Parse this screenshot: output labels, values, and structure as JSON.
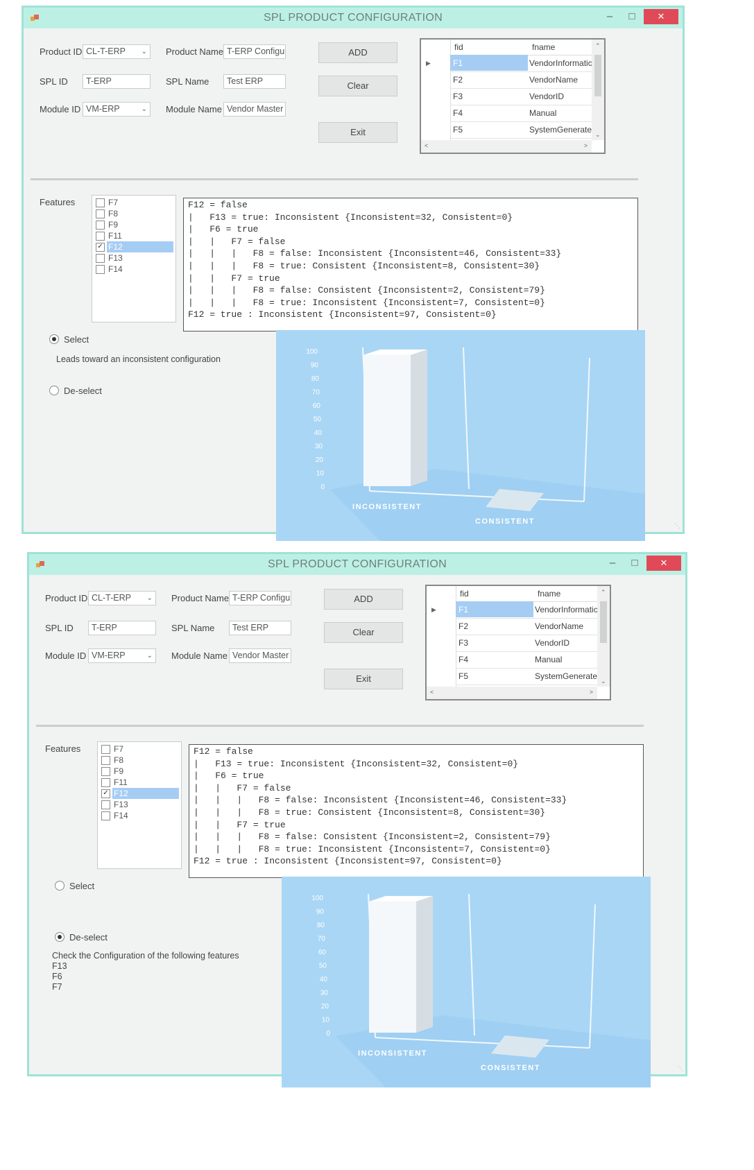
{
  "windows": [
    {
      "title": "SPL PRODUCT CONFIGURATION",
      "window_controls": {
        "minimize": "–",
        "maximize": "□",
        "close": "✕"
      },
      "form": {
        "product_id_label": "Product ID",
        "product_id_value": "CL-T-ERP",
        "product_name_label": "Product Name",
        "product_name_value": "T-ERP Configura",
        "spl_id_label": "SPL ID",
        "spl_id_value": "T-ERP",
        "spl_name_label": "SPL Name",
        "spl_name_value": "Test ERP",
        "module_id_label": "Module ID",
        "module_id_value": "VM-ERP",
        "module_name_label": "Module Name",
        "module_name_value": "Vendor Master"
      },
      "buttons": {
        "add": "ADD",
        "clear": "Clear",
        "exit": "Exit"
      },
      "grid": {
        "columns": [
          "fid",
          "fname"
        ],
        "rows": [
          [
            "F1",
            "VendorInformatic"
          ],
          [
            "F2",
            "VendorName"
          ],
          [
            "F3",
            "VendorID"
          ],
          [
            "F4",
            "Manual"
          ],
          [
            "F5",
            "SystemGenerate"
          ]
        ],
        "selected_row": 0
      },
      "features_label": "Features",
      "features": [
        {
          "name": "F7",
          "checked": false
        },
        {
          "name": "F8",
          "checked": false
        },
        {
          "name": "F9",
          "checked": false
        },
        {
          "name": "F11",
          "checked": false
        },
        {
          "name": "F12",
          "checked": true
        },
        {
          "name": "F13",
          "checked": false
        },
        {
          "name": "F14",
          "checked": false
        }
      ],
      "tree_lines": [
        "F12 = false",
        "|   F13 = true: Inconsistent {Inconsistent=32, Consistent=0}",
        "|   F6 = true",
        "|   |   F7 = false",
        "|   |   |   F8 = false: Inconsistent {Inconsistent=46, Consistent=33}",
        "|   |   |   F8 = true: Consistent {Inconsistent=8, Consistent=30}",
        "|   |   F7 = true",
        "|   |   |   F8 = false: Consistent {Inconsistent=2, Consistent=79}",
        "|   |   |   F8 = true: Inconsistent {Inconsistent=7, Consistent=0}",
        "F12 = true : Inconsistent {Inconsistent=97, Consistent=0}"
      ],
      "radio_select": "Select",
      "radio_deselect": "De-select",
      "selected_radio": "select",
      "message_lines": [
        "Leads toward an inconsistent configuration"
      ],
      "chart_data": {
        "type": "bar",
        "categories": [
          "INCONSISTENT",
          "CONSISTENT"
        ],
        "values": [
          97,
          0
        ],
        "y_ticks": [
          0,
          10,
          20,
          30,
          40,
          50,
          60,
          70,
          80,
          90,
          100
        ],
        "ylim": [
          0,
          100
        ],
        "background": "#a9d6f5"
      }
    },
    {
      "title": "SPL PRODUCT CONFIGURATION",
      "window_controls": {
        "minimize": "–",
        "maximize": "□",
        "close": "✕"
      },
      "form": {
        "product_id_label": "Product ID",
        "product_id_value": "CL-T-ERP",
        "product_name_label": "Product Name",
        "product_name_value": "T-ERP Configura",
        "spl_id_label": "SPL ID",
        "spl_id_value": "T-ERP",
        "spl_name_label": "SPL Name",
        "spl_name_value": "Test ERP",
        "module_id_label": "Module ID",
        "module_id_value": "VM-ERP",
        "module_name_label": "Module Name",
        "module_name_value": "Vendor Master"
      },
      "buttons": {
        "add": "ADD",
        "clear": "Clear",
        "exit": "Exit"
      },
      "grid": {
        "columns": [
          "fid",
          "fname"
        ],
        "rows": [
          [
            "F1",
            "VendorInformatic"
          ],
          [
            "F2",
            "VendorName"
          ],
          [
            "F3",
            "VendorID"
          ],
          [
            "F4",
            "Manual"
          ],
          [
            "F5",
            "SystemGenerate"
          ]
        ],
        "selected_row": 0
      },
      "features_label": "Features",
      "features": [
        {
          "name": "F7",
          "checked": false
        },
        {
          "name": "F8",
          "checked": false
        },
        {
          "name": "F9",
          "checked": false
        },
        {
          "name": "F11",
          "checked": false
        },
        {
          "name": "F12",
          "checked": true
        },
        {
          "name": "F13",
          "checked": false
        },
        {
          "name": "F14",
          "checked": false
        }
      ],
      "tree_lines": [
        "F12 = false",
        "|   F13 = true: Inconsistent {Inconsistent=32, Consistent=0}",
        "|   F6 = true",
        "|   |   F7 = false",
        "|   |   |   F8 = false: Inconsistent {Inconsistent=46, Consistent=33}",
        "|   |   |   F8 = true: Consistent {Inconsistent=8, Consistent=30}",
        "|   |   F7 = true",
        "|   |   |   F8 = false: Consistent {Inconsistent=2, Consistent=79}",
        "|   |   |   F8 = true: Inconsistent {Inconsistent=7, Consistent=0}",
        "F12 = true : Inconsistent {Inconsistent=97, Consistent=0}"
      ],
      "radio_select": "Select",
      "radio_deselect": "De-select",
      "selected_radio": "deselect",
      "message_lines": [
        "Check the Configuration of the following features",
        "F13",
        "F6",
        "F7"
      ],
      "chart_data": {
        "type": "bar",
        "categories": [
          "INCONSISTENT",
          "CONSISTENT"
        ],
        "values": [
          97,
          0
        ],
        "y_ticks": [
          0,
          10,
          20,
          30,
          40,
          50,
          60,
          70,
          80,
          90,
          100
        ],
        "ylim": [
          0,
          100
        ],
        "background": "#a9d6f5"
      }
    }
  ]
}
